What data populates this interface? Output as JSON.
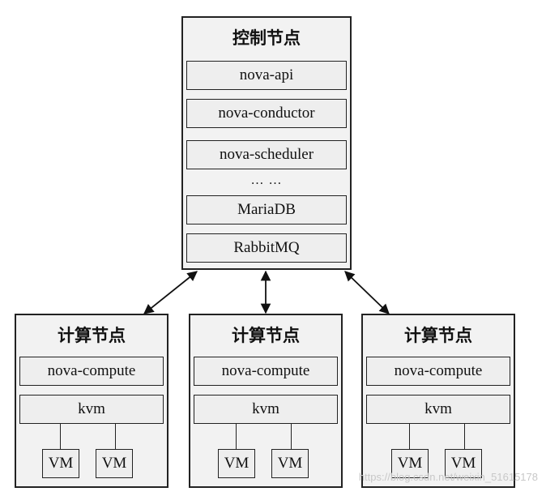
{
  "control_node": {
    "title": "控制节点",
    "components": [
      "nova-api",
      "nova-conductor",
      "nova-scheduler"
    ],
    "ellipsis": "… …",
    "db": "MariaDB",
    "mq": "RabbitMQ"
  },
  "compute_nodes": [
    {
      "title": "计算节点",
      "compute": "nova-compute",
      "hypervisor": "kvm",
      "vms": [
        "VM",
        "VM"
      ]
    },
    {
      "title": "计算节点",
      "compute": "nova-compute",
      "hypervisor": "kvm",
      "vms": [
        "VM",
        "VM"
      ]
    },
    {
      "title": "计算节点",
      "compute": "nova-compute",
      "hypervisor": "kvm",
      "vms": [
        "VM",
        "VM"
      ]
    }
  ],
  "watermark": "https://blog.csdn.net/weixin_51615178"
}
